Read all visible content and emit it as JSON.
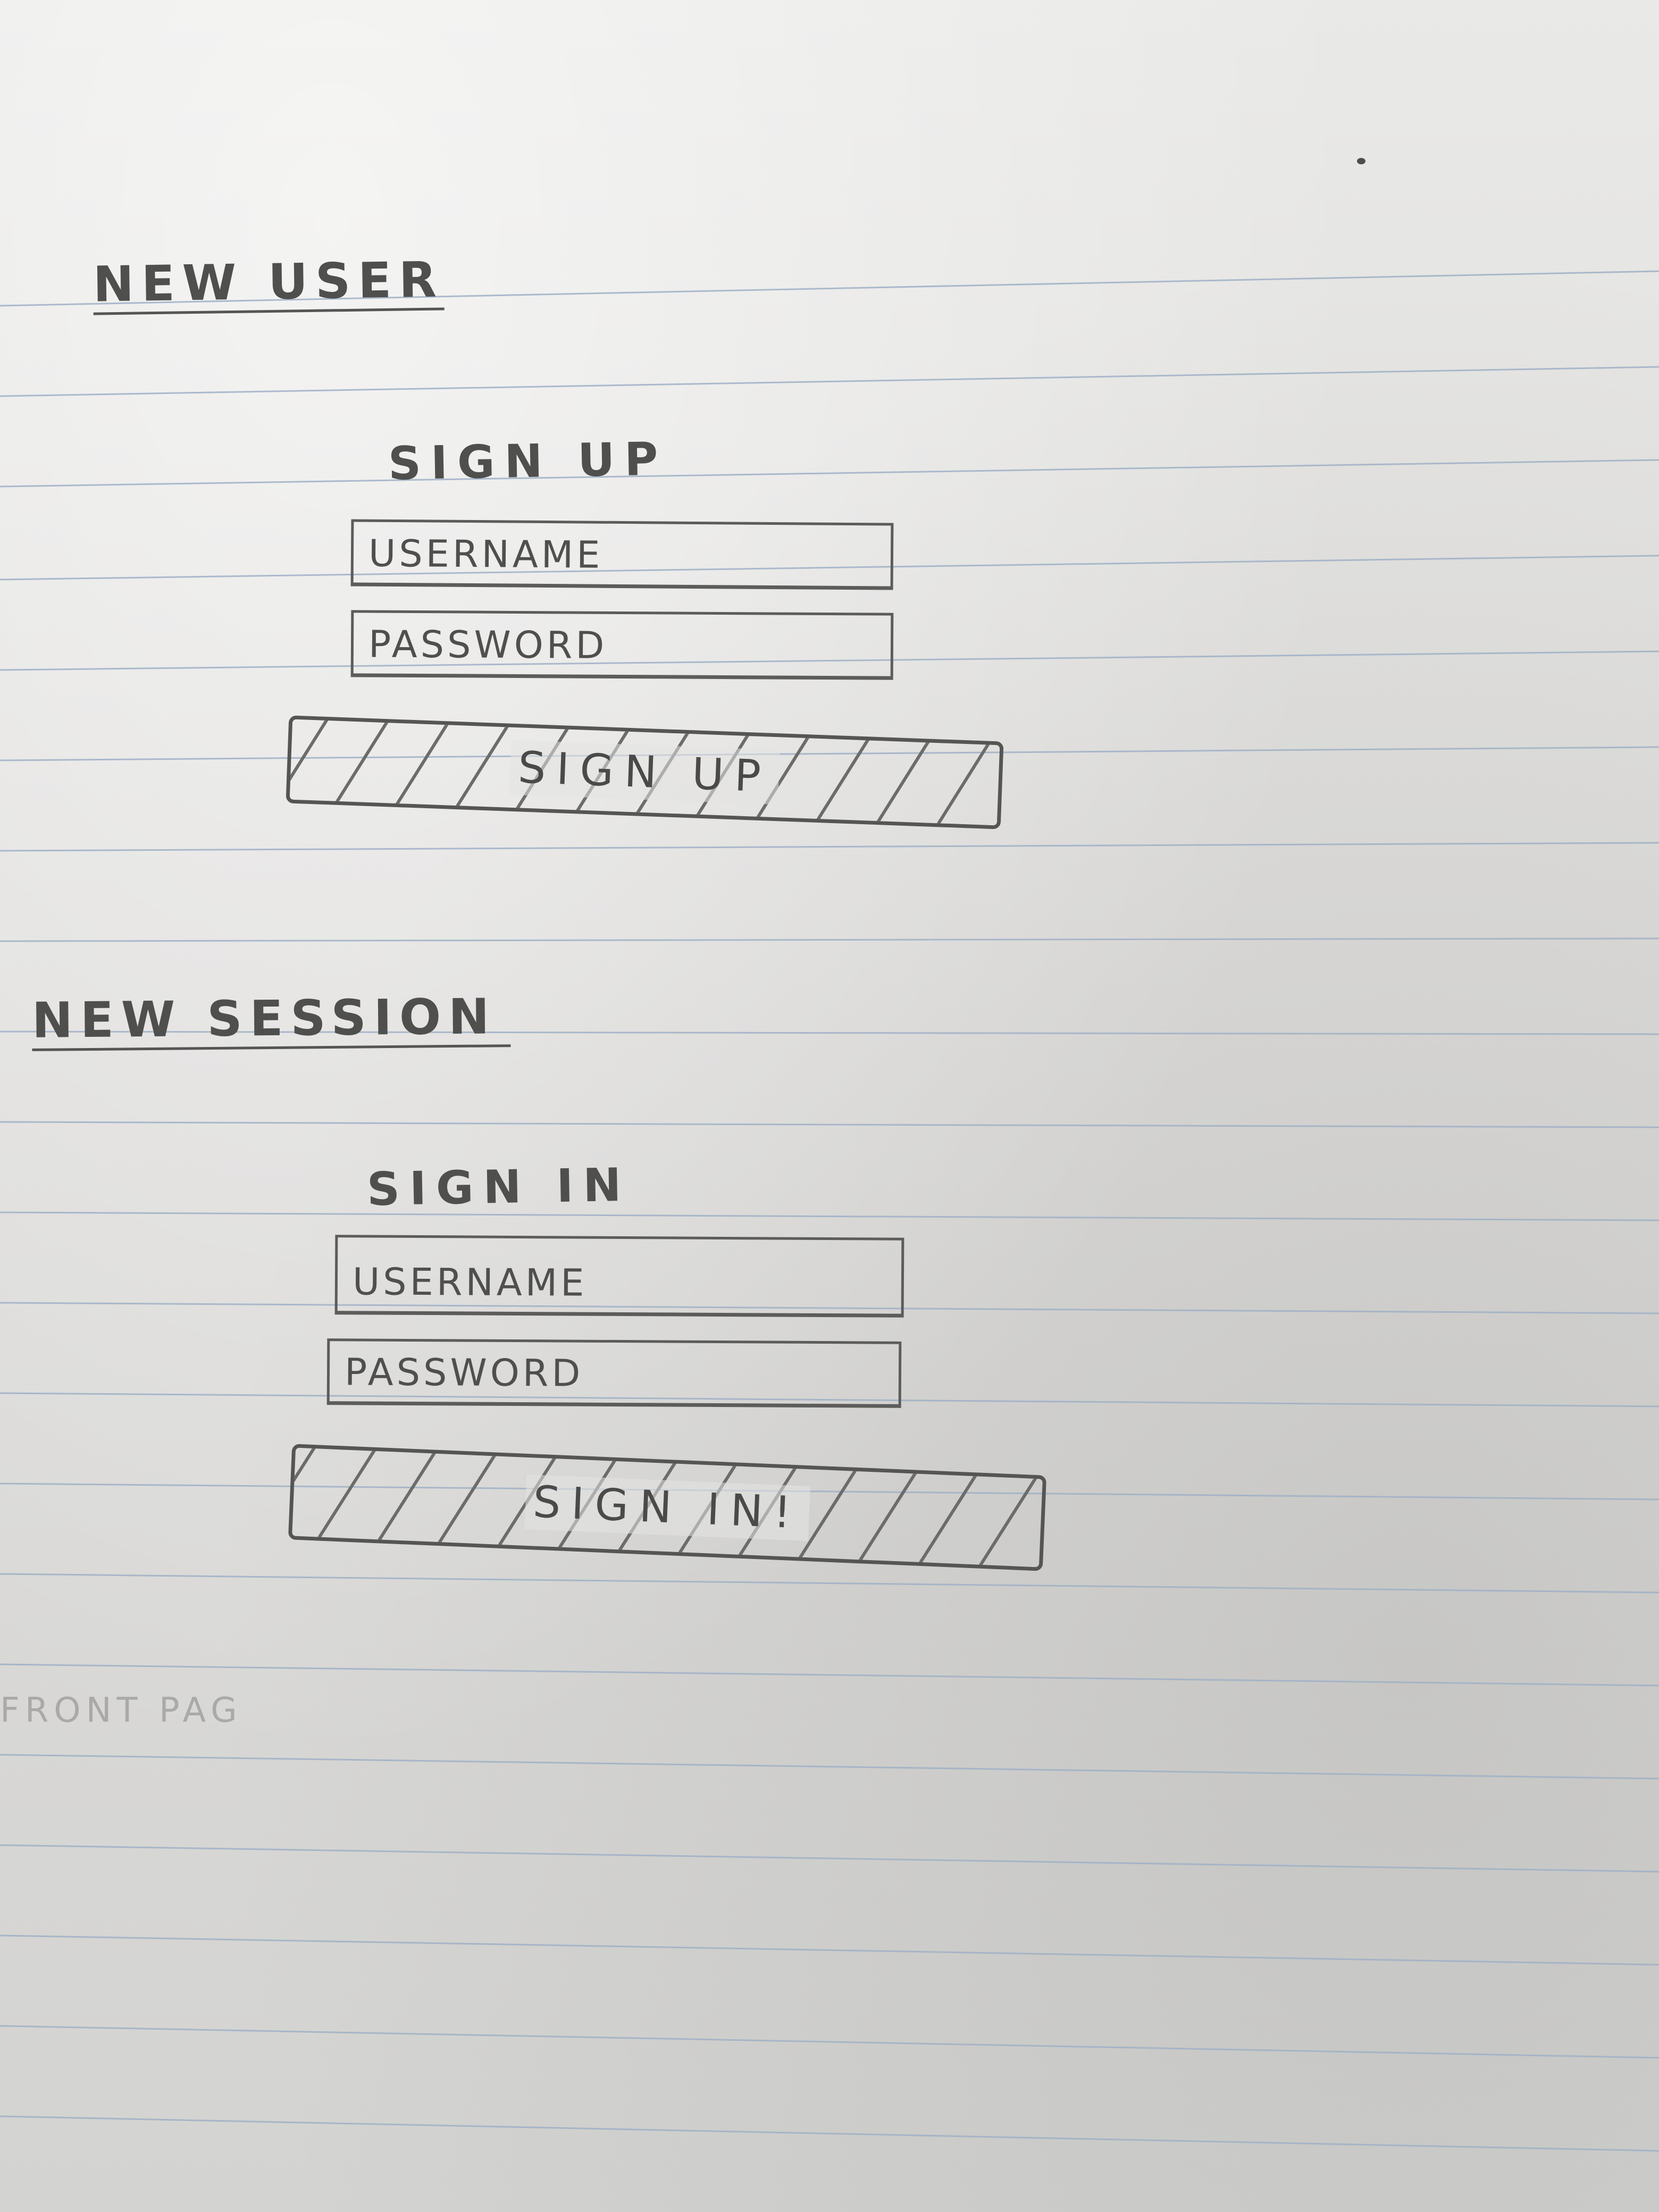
{
  "new_user": {
    "heading": "NEW USER",
    "title": "SIGN UP",
    "username_field": "USERNAME",
    "password_field": "PASSWORD",
    "button_label": "SIGN UP"
  },
  "new_session": {
    "heading": "NEW SESSION",
    "title": "SIGN IN",
    "username_field": "USERNAME",
    "password_field": "PASSWORD",
    "button_label": "SIGN IN!"
  },
  "faint_note": "FRONT PAG"
}
